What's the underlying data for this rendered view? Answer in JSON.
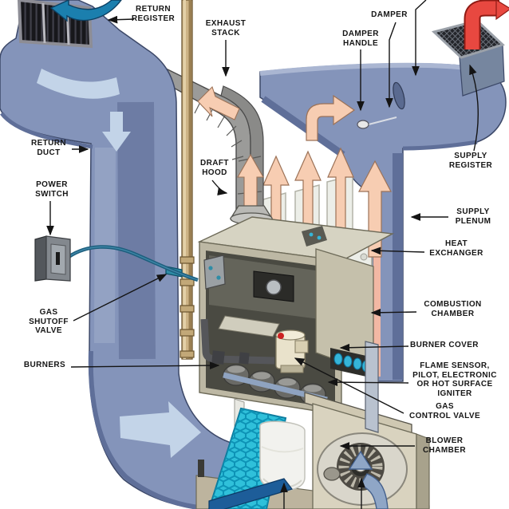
{
  "diagram": {
    "title": "Gas forced-air furnace cutaway diagram",
    "labels": {
      "return_register": "RETURN\nREGISTER",
      "exhaust_stack": "EXHAUST\nSTACK",
      "damper": "DAMPER",
      "damper_handle": "DAMPER\nHANDLE",
      "return_duct": "RETURN\nDUCT",
      "power_switch": "POWER\nSWITCH",
      "draft_hood": "DRAFT\nHOOD",
      "supply_register": "SUPPLY\nREGISTER",
      "supply_plenum": "SUPPLY\nPLENUM",
      "heat_exchanger": "HEAT\nEXCHANGER",
      "gas_shutoff_valve": "GAS\nSHUTOFF\nVALVE",
      "burners": "BURNERS",
      "combustion_chamber": "COMBUSTION\nCHAMBER",
      "burner_cover": "BURNER COVER",
      "flame_sensor": "FLAME SENSOR,\nPILOT, ELECTRONIC\nOR HOT SURFACE\nIGNITER",
      "gas_control_valve": "GAS\nCONTROL VALVE",
      "blower_chamber": "BLOWER\nCHAMBER"
    },
    "flow_arrows": [
      {
        "name": "return-air-inlet-arrow",
        "color": "#1b7fae"
      },
      {
        "name": "return-air-down-arrow",
        "color": "#c3d4e8"
      },
      {
        "name": "return-air-to-furnace-arrow",
        "color": "#c3d4e8"
      },
      {
        "name": "supply-duct-curve-arrow",
        "color": "#f7cdb2"
      },
      {
        "name": "heat-exchanger-up-arrows",
        "color": "#f7cdb2"
      },
      {
        "name": "flue-gas-arrows",
        "color": "#f7cdb2"
      },
      {
        "name": "supply-register-out-arrow",
        "color": "#e84840"
      },
      {
        "name": "blower-intake-arrow",
        "color": "#8fa6c6"
      }
    ],
    "colors": {
      "duct_blue": "#8494ba",
      "duct_shadow": "#5f6f99",
      "duct_highlight": "#aab6d2",
      "flow_light_blue": "#c3d4e8",
      "supply_hot_pink": "#f7cdb2",
      "red_arrow": "#e84840",
      "teal_arrow": "#1b7fae",
      "gas_pipe_brass": "#cdb386",
      "cabinet_beige": "#c9c4b0",
      "filter_cyan": "#2fc0da",
      "label_text": "#161616",
      "background": "#ffffff"
    }
  }
}
